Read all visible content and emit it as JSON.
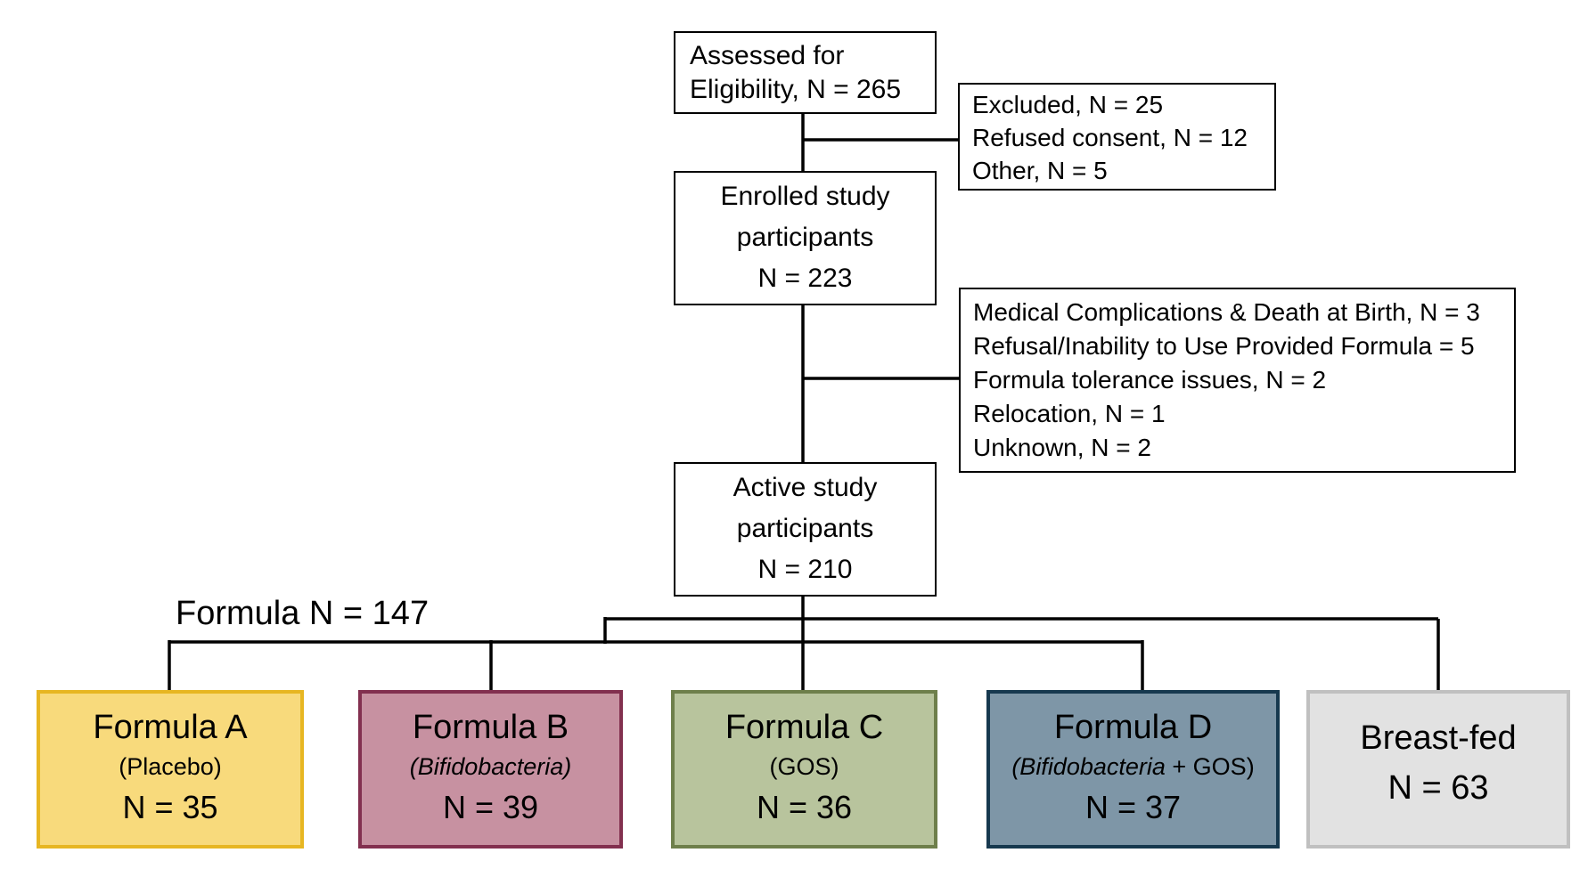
{
  "flow": {
    "background_color": "#ffffff",
    "line_color": "#000000",
    "assessed": {
      "lines": [
        "Assessed for",
        "Eligibility, N = 265"
      ]
    },
    "excluded": {
      "lines": [
        "Excluded, N = 25",
        "Refused consent, N = 12",
        "Other, N = 5"
      ]
    },
    "enrolled": {
      "lines": [
        "Enrolled study",
        "participants",
        "N = 223"
      ]
    },
    "withdrawn": {
      "lines": [
        "Medical Complications & Death at Birth, N = 3",
        "Refusal/Inability to Use Provided Formula = 5",
        "Formula tolerance issues, N = 2",
        "Relocation, N = 1",
        "Unknown, N = 2"
      ]
    },
    "active": {
      "lines": [
        "Active study",
        "participants",
        "N = 210"
      ]
    },
    "formula_total_label": "Formula N = 147",
    "groups": [
      {
        "title": "Formula A",
        "subtitle": "(Placebo)",
        "subtitle_italic": false,
        "n": "N = 35",
        "fill": "#f8da7c",
        "border": "#e7b622"
      },
      {
        "title": "Formula B",
        "subtitle": "(Bifidobacteria)",
        "subtitle_italic": true,
        "n": "N = 39",
        "fill": "#c791a1",
        "border": "#82304f"
      },
      {
        "title": "Formula C",
        "subtitle": "(GOS)",
        "subtitle_italic": false,
        "n": "N = 36",
        "fill": "#b8c49d",
        "border": "#6e7f4b"
      },
      {
        "title": "Formula D",
        "subtitle_parts": [
          "(Bifidobacteria",
          " + GOS)"
        ],
        "n": "N = 37",
        "fill": "#7e96a7",
        "border": "#17394f"
      },
      {
        "title": "Breast-fed",
        "subtitle": null,
        "n": "N = 63",
        "fill": "#e2e2e2",
        "border": "#c0c0c0"
      }
    ]
  }
}
